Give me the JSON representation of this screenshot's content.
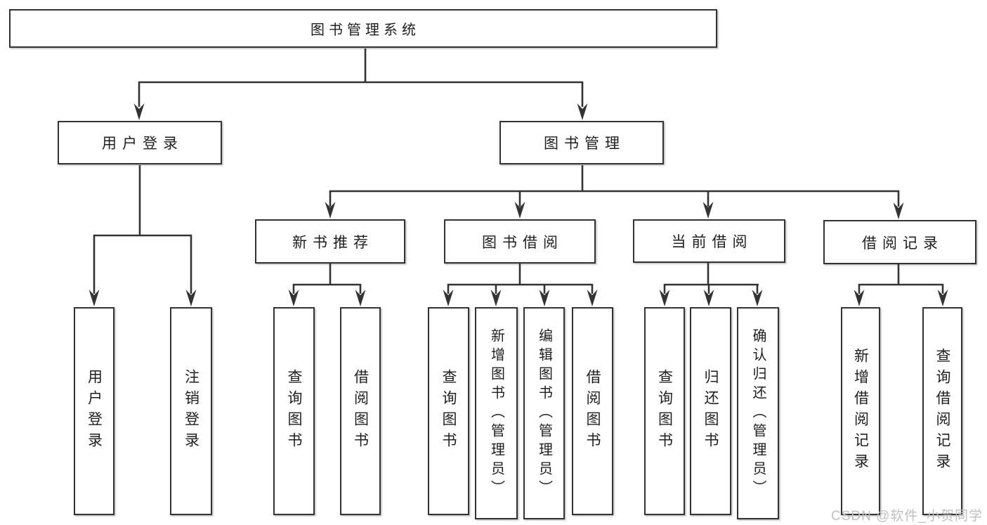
{
  "tree": {
    "label": "图书管理系统",
    "children": [
      {
        "label": "用户登录",
        "children": [
          {
            "label": "用户登录"
          },
          {
            "label": "注销登录"
          }
        ]
      },
      {
        "label": "图书管理",
        "children": [
          {
            "label": "新书推荐",
            "children": [
              {
                "label": "查询图书"
              },
              {
                "label": "借阅图书"
              }
            ]
          },
          {
            "label": "图书借阅",
            "children": [
              {
                "label": "查询图书"
              },
              {
                "label": "新增图书（管理员）"
              },
              {
                "label": "编辑图书（管理员）"
              },
              {
                "label": "借阅图书"
              }
            ]
          },
          {
            "label": "当前借阅",
            "children": [
              {
                "label": "查询图书"
              },
              {
                "label": "归还图书"
              },
              {
                "label": "确认归还（管理员）"
              }
            ]
          },
          {
            "label": "借阅记录",
            "children": [
              {
                "label": "新增借阅记录"
              },
              {
                "label": "查询借阅记录"
              }
            ]
          }
        ]
      }
    ]
  },
  "watermark": "CSDN @软件_小贺同学",
  "colors": {
    "line": "#333333",
    "border": "#333333",
    "text": "#1f1f1f",
    "watermark": "#c0c0c0",
    "background": "#ffffff"
  }
}
